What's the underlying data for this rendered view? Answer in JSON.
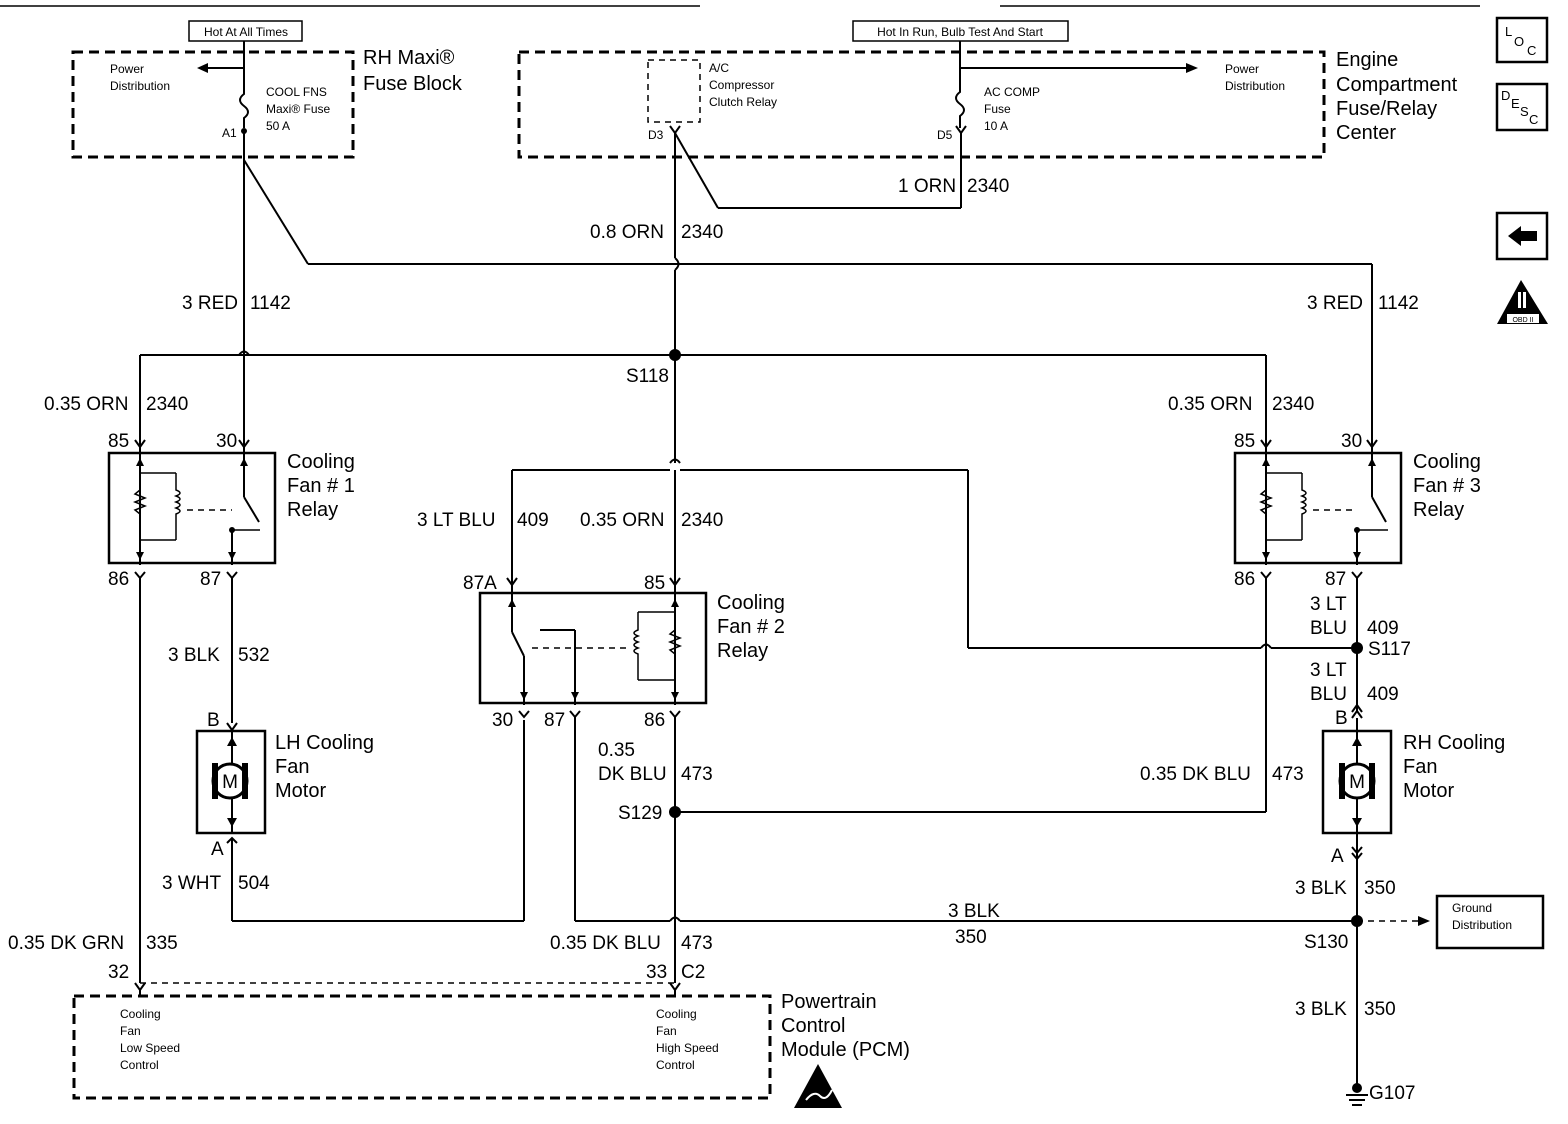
{
  "hot_labels": {
    "left": "Hot At All Times",
    "right": "Hot In Run, Bulb Test And Start"
  },
  "fuse_block": {
    "title_1": "RH Maxi®",
    "title_2": "Fuse Block",
    "power_dist_1": "Power",
    "power_dist_2": "Distribution",
    "fuse_1": "COOL FNS",
    "fuse_2": "Maxi® Fuse",
    "fuse_3": "50 A",
    "pin": "A1"
  },
  "engine_center": {
    "title_1": "Engine",
    "title_2": "Compartment",
    "title_3": "Fuse/Relay",
    "title_4": "Center",
    "relay_1": "A/C",
    "relay_2": "Compressor",
    "relay_3": "Clutch Relay",
    "pin_d3": "D3",
    "pin_d5": "D5",
    "fuse_1": "AC COMP",
    "fuse_2": "Fuse",
    "fuse_3": "10 A",
    "power_dist_1": "Power",
    "power_dist_2": "Distribution"
  },
  "wires": {
    "orn_1": "1 ORN",
    "orn_1_circ": "2340",
    "orn_08": "0.8 ORN",
    "orn_08_circ": "2340",
    "red_left": "3 RED",
    "red_left_circ": "1142",
    "red_right": "3 RED",
    "red_right_circ": "1142",
    "orn_035_left": "0.35 ORN",
    "orn_035_left_circ": "2340",
    "orn_035_right": "0.35 ORN",
    "orn_035_right_circ": "2340",
    "orn_035_mid": "0.35 ORN",
    "orn_035_mid_circ": "2340",
    "ltblu_409": "3 LT BLU",
    "ltblu_409_circ": "409",
    "blk_532": "3 BLK",
    "blk_532_circ": "532",
    "ltblu_r1a": "3 LT",
    "ltblu_r1b": "BLU",
    "ltblu_r1_circ": "409",
    "ltblu_r2a": "3 LT",
    "ltblu_r2b": "BLU",
    "ltblu_r2_circ": "409",
    "dkblu_mid_a": "0.35",
    "dkblu_mid_b": "DK BLU",
    "dkblu_mid_circ": "473",
    "dkblu_right": "0.35 DK BLU",
    "dkblu_right_circ": "473",
    "wht_504": "3 WHT",
    "wht_504_circ": "504",
    "blk_350_a": "3 BLK",
    "blk_350_a_circ": "350",
    "blk_350_mid": "3 BLK",
    "blk_350_mid_circ": "350",
    "dkgrn": "0.35 DK GRN",
    "dkgrn_circ": "335",
    "dkblu_bottom": "0.35 DK BLU",
    "dkblu_bottom_circ": "473",
    "blk_350_b": "3 BLK",
    "blk_350_b_circ": "350"
  },
  "splices": {
    "s118": "S118",
    "s117": "S117",
    "s129": "S129",
    "s130": "S130",
    "g107": "G107"
  },
  "relay1": {
    "title_1": "Cooling",
    "title_2": "Fan # 1",
    "title_3": "Relay",
    "pin85": "85",
    "pin30": "30",
    "pin86": "86",
    "pin87": "87"
  },
  "relay2": {
    "title_1": "Cooling",
    "title_2": "Fan # 2",
    "title_3": "Relay",
    "pin87a": "87A",
    "pin85": "85",
    "pin30": "30",
    "pin87": "87",
    "pin86": "86"
  },
  "relay3": {
    "title_1": "Cooling",
    "title_2": "Fan # 3",
    "title_3": "Relay",
    "pin85": "85",
    "pin30": "30",
    "pin86": "86",
    "pin87": "87"
  },
  "lh_motor": {
    "title_1": "LH Cooling",
    "title_2": "Fan",
    "title_3": "Motor",
    "pin_b": "B",
    "pin_a": "A",
    "m": "M"
  },
  "rh_motor": {
    "title_1": "RH Cooling",
    "title_2": "Fan",
    "title_3": "Motor",
    "pin_b": "B",
    "pin_a": "A",
    "m": "M"
  },
  "ground_dist": {
    "line1": "Ground",
    "line2": "Distribution"
  },
  "pcm": {
    "title_1": "Powertrain",
    "title_2": "Control",
    "title_3": "Module (PCM)",
    "pin32": "32",
    "pin33": "33",
    "conn": "C2",
    "low_1": "Cooling",
    "low_2": "Fan",
    "low_3": "Low Speed",
    "low_4": "Control",
    "high_1": "Cooling",
    "high_2": "Fan",
    "high_3": "High Speed",
    "high_4": "Control"
  },
  "side_icons": {
    "loc_l": "L",
    "loc_o": "O",
    "loc_c": "C",
    "desc_d": "D",
    "desc_e": "E",
    "desc_s": "S",
    "desc_c": "C",
    "obd": "OBD II"
  }
}
